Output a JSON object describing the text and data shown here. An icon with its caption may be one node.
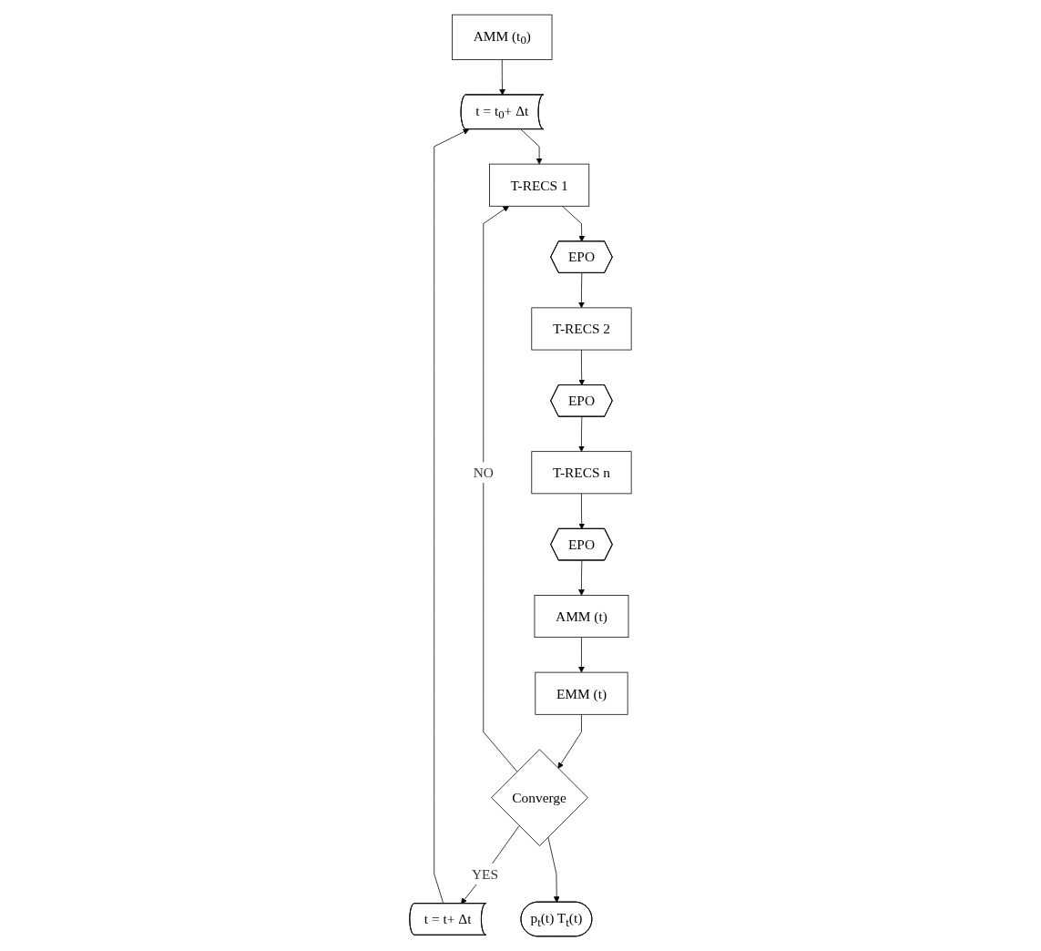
{
  "diagram": {
    "nodes": [
      {
        "text": [
          "AMM (t$_{0}$)"
        ]
      },
      {
        "text": [
          "t = t$_{0}$+ Δt"
        ]
      },
      {
        "text": [
          "t = t+ Δt"
        ]
      },
      {
        "text": [
          "T-RECS 1"
        ]
      },
      {
        "text": [
          "EPO"
        ]
      },
      {
        "text": [
          "T-RECS 2"
        ]
      },
      {
        "text": [
          "EPO"
        ]
      },
      {
        "text": [
          "T-RECS n"
        ]
      },
      {
        "text": [
          "EPO"
        ]
      },
      {
        "text": [
          "AMM (t)"
        ]
      },
      {
        "text": [
          "EMM (t)"
        ]
      },
      {
        "text": [
          "Converge"
        ]
      },
      {
        "text": [
          "p$_{t}$(t) T$_{t}$(t)"
        ]
      }
    ],
    "edges": [
      {
        "from": 0,
        "to": 1,
        "arrow": "to"
      },
      {
        "from": 2,
        "to": 1,
        "arrow": "to"
      },
      {
        "from": 1,
        "to": 3,
        "arrow": "to"
      },
      {
        "from": 3,
        "to": 4,
        "arrow": "to"
      },
      {
        "from": 4,
        "to": 5,
        "arrow": "to"
      },
      {
        "from": 5,
        "to": 6,
        "arrow": "to"
      },
      {
        "from": 6,
        "to": 7,
        "arrow": "to"
      },
      {
        "from": 7,
        "to": 8,
        "arrow": "to"
      },
      {
        "from": 8,
        "to": 9,
        "arrow": "to"
      },
      {
        "from": 9,
        "to": 10,
        "arrow": "to"
      },
      {
        "from": 10,
        "to": 11,
        "arrow": "to"
      },
      {
        "from": 11,
        "to": 3,
        "arrow": "to",
        "label": "NO"
      },
      {
        "from": 11,
        "to": 2,
        "arrow": "to",
        "label": "YES"
      },
      {
        "from": 11,
        "to": 12,
        "arrow": "to"
      }
    ]
  }
}
